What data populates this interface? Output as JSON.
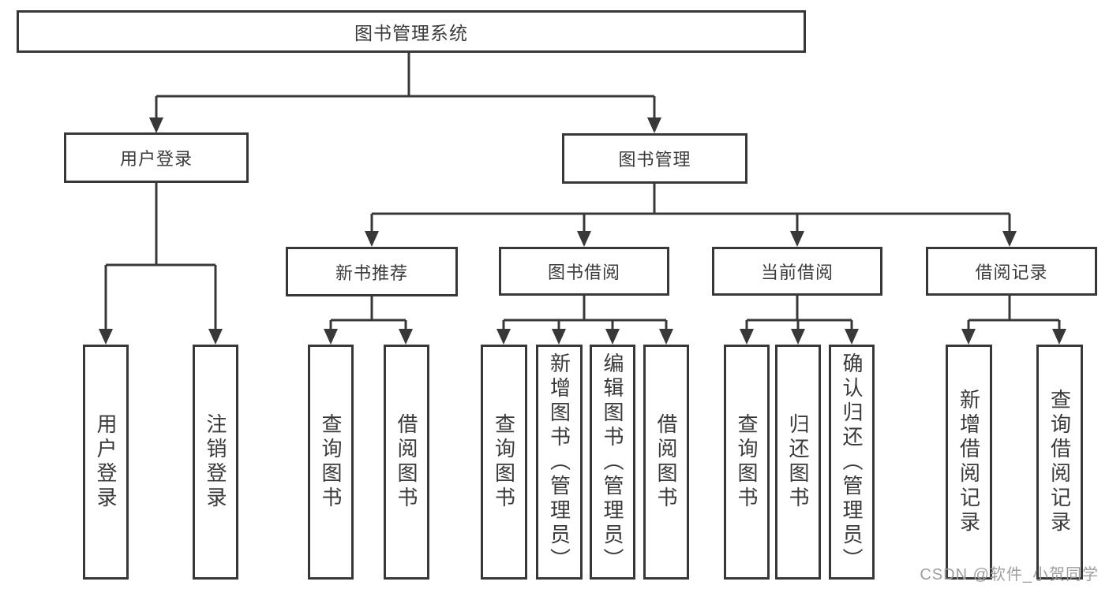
{
  "colors": {
    "line": "#383838",
    "box_border": "#383838",
    "box_fill": "#ffffff",
    "text": "#3a3a3a",
    "watermark_text": "#9e9e9e",
    "background": "#ffffff"
  },
  "watermark": {
    "text": "CSDN @软件_小贺同学"
  },
  "diagram": {
    "type": "hierarchy",
    "title": "图书管理系统",
    "nodes": [
      {
        "id": "root",
        "label": "图书管理系统",
        "level": 1,
        "parent": null,
        "orientation": "horizontal"
      },
      {
        "id": "user-login",
        "label": "用户登录",
        "level": 2,
        "parent": "root",
        "orientation": "horizontal"
      },
      {
        "id": "book-management",
        "label": "图书管理",
        "level": 2,
        "parent": "root",
        "orientation": "horizontal"
      },
      {
        "id": "new-book-recommend",
        "label": "新书推荐",
        "level": 3,
        "parent": "book-management",
        "orientation": "horizontal"
      },
      {
        "id": "book-borrowing",
        "label": "图书借阅",
        "level": 3,
        "parent": "book-management",
        "orientation": "horizontal"
      },
      {
        "id": "current-borrowing",
        "label": "当前借阅",
        "level": 3,
        "parent": "book-management",
        "orientation": "horizontal"
      },
      {
        "id": "borrowing-records",
        "label": "借阅记录",
        "level": 3,
        "parent": "book-management",
        "orientation": "horizontal"
      },
      {
        "id": "leaf-user-login",
        "label": "用户登录",
        "level": 4,
        "parent": "user-login",
        "orientation": "vertical"
      },
      {
        "id": "leaf-logout",
        "label": "注销登录",
        "level": 4,
        "parent": "user-login",
        "orientation": "vertical"
      },
      {
        "id": "leaf-query-books-1",
        "label": "查询图书",
        "level": 4,
        "parent": "new-book-recommend",
        "orientation": "vertical"
      },
      {
        "id": "leaf-borrow-books-1",
        "label": "借阅图书",
        "level": 4,
        "parent": "new-book-recommend",
        "orientation": "vertical"
      },
      {
        "id": "leaf-query-books-2",
        "label": "查询图书",
        "level": 4,
        "parent": "book-borrowing",
        "orientation": "vertical"
      },
      {
        "id": "leaf-add-books",
        "label": "新增图书（管理员）",
        "level": 4,
        "parent": "book-borrowing",
        "orientation": "vertical"
      },
      {
        "id": "leaf-edit-books",
        "label": "编辑图书（管理员）",
        "level": 4,
        "parent": "book-borrowing",
        "orientation": "vertical"
      },
      {
        "id": "leaf-borrow-books-2",
        "label": "借阅图书",
        "level": 4,
        "parent": "book-borrowing",
        "orientation": "vertical"
      },
      {
        "id": "leaf-query-books-3",
        "label": "查询图书",
        "level": 4,
        "parent": "current-borrowing",
        "orientation": "vertical"
      },
      {
        "id": "leaf-return-books",
        "label": "归还图书",
        "level": 4,
        "parent": "current-borrowing",
        "orientation": "vertical"
      },
      {
        "id": "leaf-confirm-return",
        "label": "确认归还（管理员）",
        "level": 4,
        "parent": "current-borrowing",
        "orientation": "vertical"
      },
      {
        "id": "leaf-add-borrow-record",
        "label": "新增借阅记录",
        "level": 4,
        "parent": "borrowing-records",
        "orientation": "vertical"
      },
      {
        "id": "leaf-query-borrow-record",
        "label": "查询借阅记录",
        "level": 4,
        "parent": "borrowing-records",
        "orientation": "vertical"
      }
    ]
  }
}
